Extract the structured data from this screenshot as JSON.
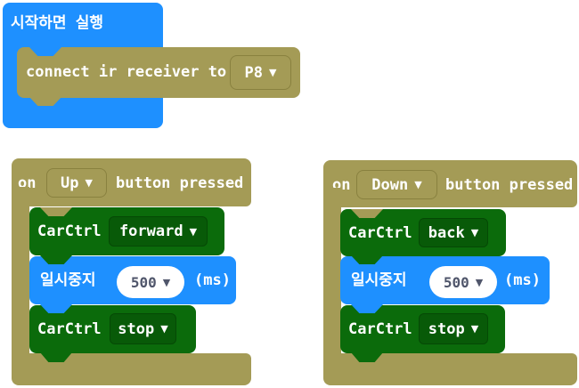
{
  "icons": {
    "dropdown_arrow": "▼"
  },
  "colors": {
    "block_blue": "#1E90FF",
    "block_khaki": "#A49B56",
    "khaki_border": "#89813F",
    "block_green": "#0B6B0B",
    "green_field": "#085A08",
    "field_text": "#50566B",
    "text": "#FFFFFF"
  },
  "on_start": {
    "label": "시작하면 실행",
    "connect": {
      "text": "connect ir receiver to",
      "pin": "P8"
    }
  },
  "on_up": {
    "on": "on",
    "button": "Up",
    "suffix": "button pressed",
    "drive1": {
      "label": "CarCtrl",
      "mode": "forward"
    },
    "pause": {
      "label": "일시중지",
      "value": "500",
      "unit": "(ms)"
    },
    "drive2": {
      "label": "CarCtrl",
      "mode": "stop"
    }
  },
  "on_down": {
    "on": "on",
    "button": "Down",
    "suffix": "button pressed",
    "drive1": {
      "label": "CarCtrl",
      "mode": "back"
    },
    "pause": {
      "label": "일시중지",
      "value": "500",
      "unit": "(ms)"
    },
    "drive2": {
      "label": "CarCtrl",
      "mode": "stop"
    }
  }
}
